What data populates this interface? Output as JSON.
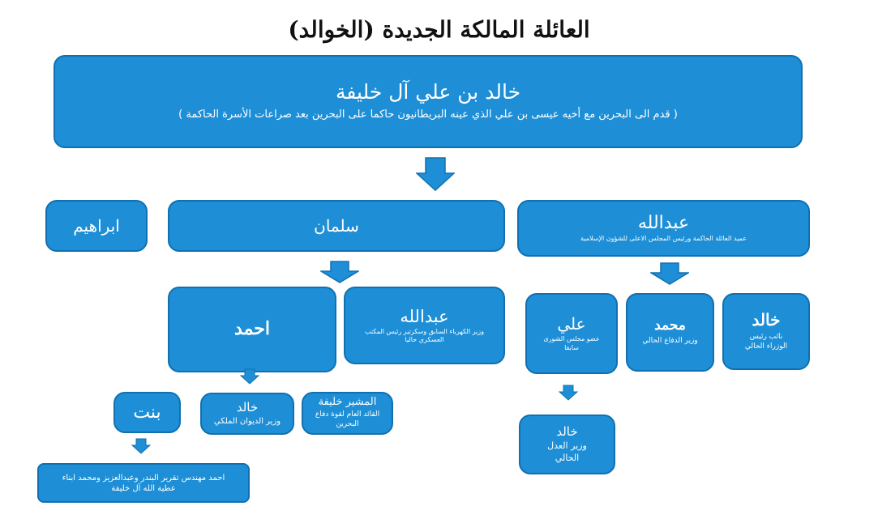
{
  "page_title": "العائلة المالكة الجديدة (الخوالد)",
  "nodes": {
    "root": {
      "name": "خالد بن علي آل خليفة",
      "desc": "( قدم الى البحرين مع أخيه عيسى بن علي الذي عينه البريطانيون حاكما على البحرين بعد صراعات الأسرة الحاكمة )"
    },
    "ibrahim": {
      "name": "ابراهيم"
    },
    "salman": {
      "name": "سلمان"
    },
    "abdullah1": {
      "name": "عبدالله",
      "desc": "عميد العائلة الحاكمة ورئيس المجلس الاعلى للشؤون الإسلامية"
    },
    "ahmed": {
      "name": "احمد"
    },
    "abdullah2": {
      "name": "عبدالله",
      "desc": "وزير الكهرباء السابق وسكرتير رئيس المكتب العسكري حاليا"
    },
    "ali": {
      "name": "علي",
      "desc": "عضو مجلس الشورى سابقا"
    },
    "mohammed": {
      "name": "محمد",
      "desc": "وزير الدفاع الحالي"
    },
    "khalid_pm": {
      "name": "خالد",
      "desc": "نائب رئيس الوزراء الحالي"
    },
    "bint": {
      "name": "بنت"
    },
    "khalid_diwan": {
      "name": "خالد",
      "desc": "وزير الديوان الملكي"
    },
    "khalifa": {
      "name": "المشير خليفة",
      "desc": "القائد العام لقوة دفاع البحرين"
    },
    "khalid_justice": {
      "name": "خالد",
      "desc": "وزير العدل الحالي"
    },
    "grandsons": {
      "desc": "احمد مهندس تقرير البندر وعبدالعزيز ومحمد ابناء عطية الله آل خليفة"
    }
  },
  "colors": {
    "box_fill": "#1e8fd6",
    "box_border": "#1070b0",
    "arrow_fill": "#1e8fd6"
  },
  "icons": {
    "arrow": "down-arrow-icon"
  }
}
